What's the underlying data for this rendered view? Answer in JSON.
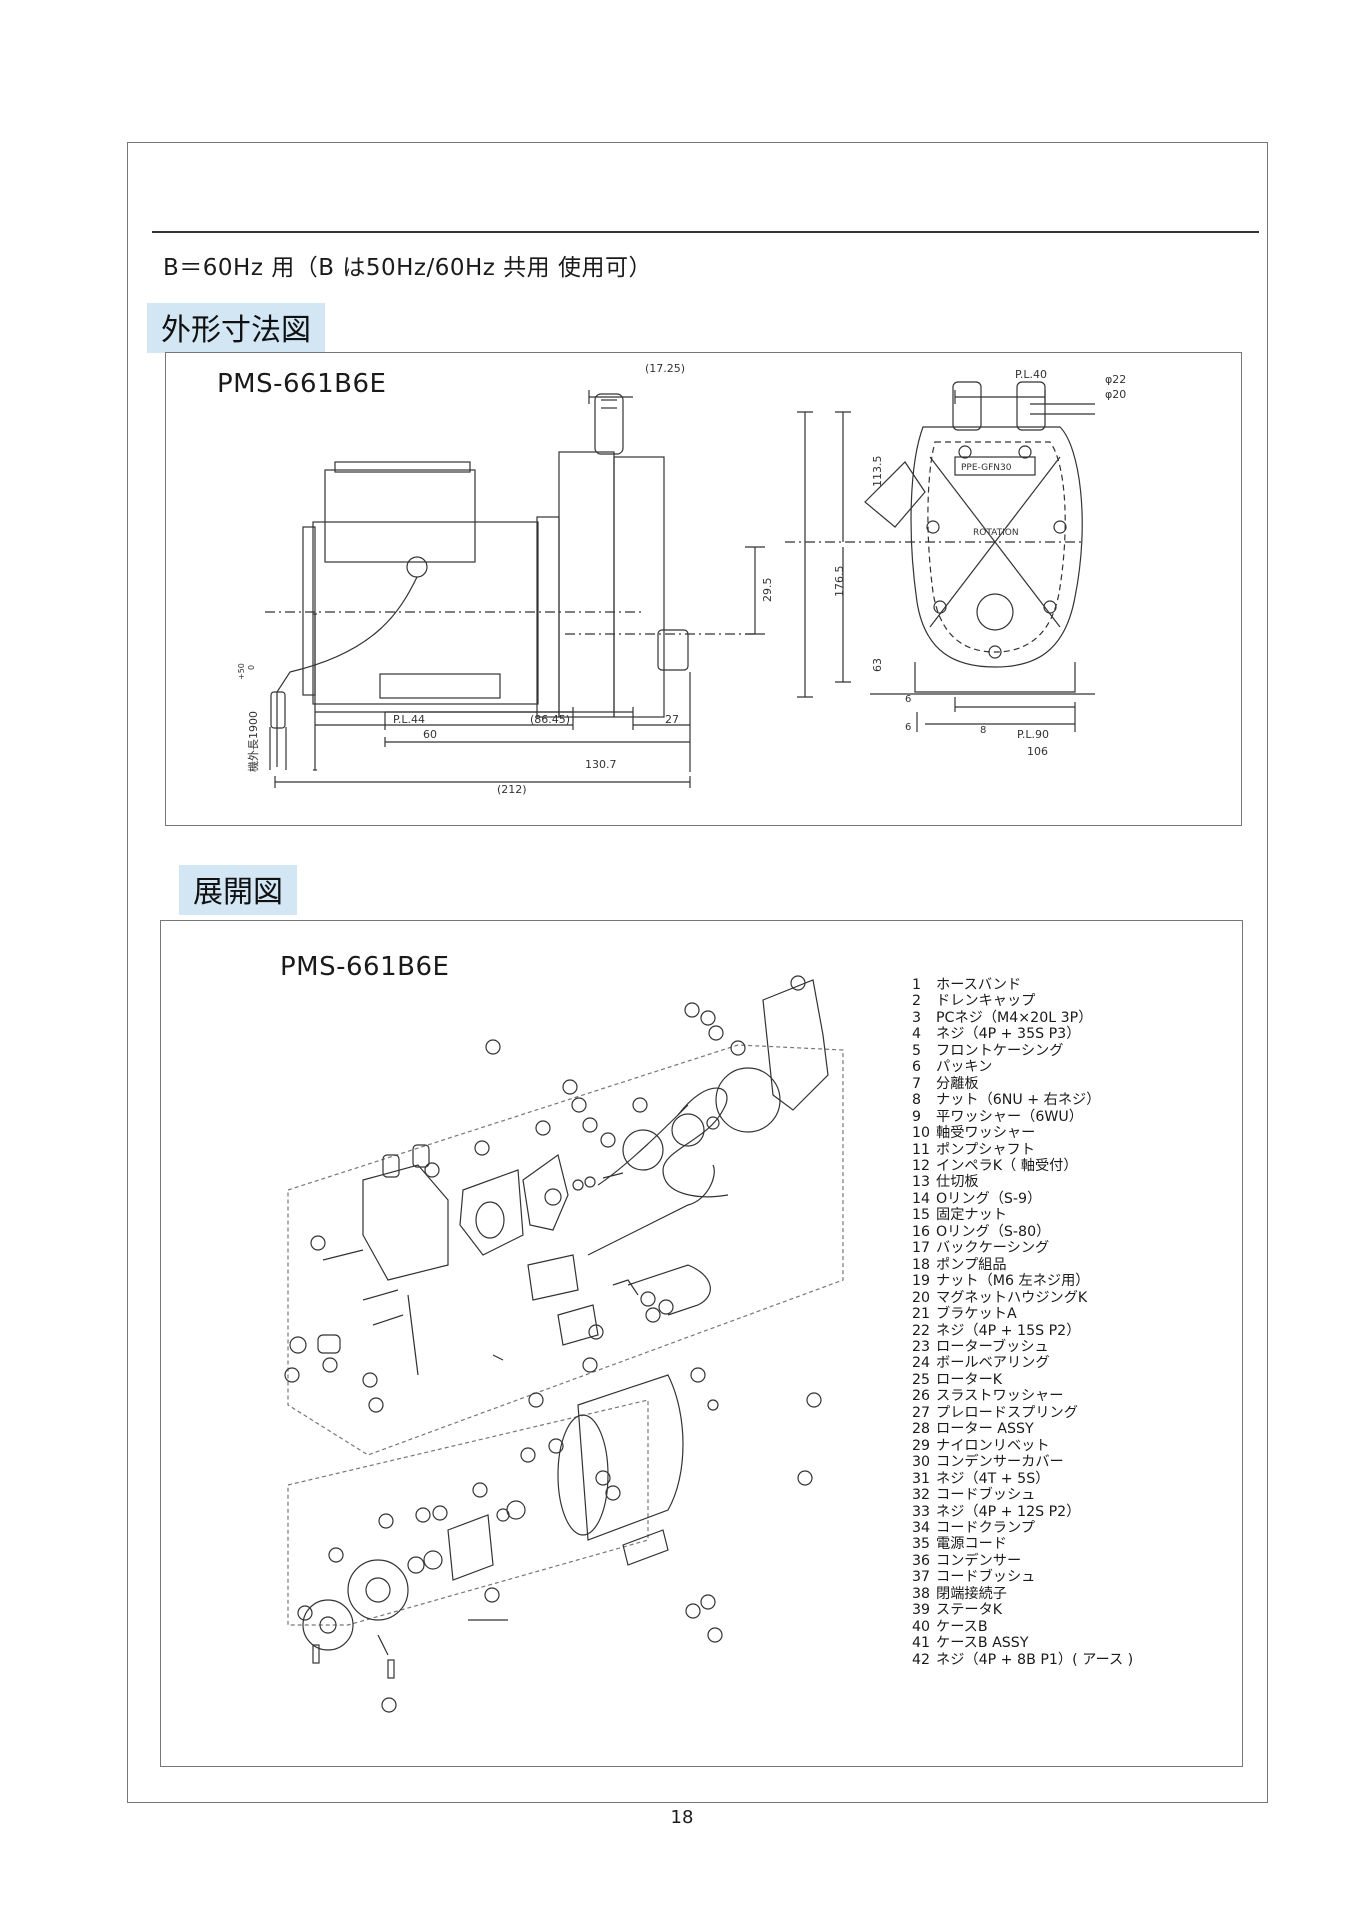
{
  "subtitle": "B＝60Hz 用（B は50Hz/60Hz 共用 使用可）",
  "section_outline": "外形寸法図",
  "section_exploded": "展開図",
  "model_name": "PMS-661B6E",
  "dimensions": {
    "d_17_25": "(17.25)",
    "d_pl44": "P.L.44",
    "d_60": "60",
    "d_86_45": "(86.45)",
    "d_27": "27",
    "d_130_7": "130.7",
    "d_212": "(212)",
    "d_29_5": "29.5",
    "d_176_5": "176.5",
    "d_113_5": "113.5",
    "d_63": "63",
    "d_6a": "6",
    "d_6b": "6",
    "d_8": "8",
    "d_pl40": "P.L.40",
    "d_phi22": "φ22",
    "d_phi20": "φ20",
    "d_pl90": "P.L.90",
    "d_106": "106",
    "cord_length": "機外長1900",
    "cord_tol_upper": "+50",
    "cord_tol_lower": "0",
    "nameplate": "PPE-GFN30",
    "rotation": "ROTATION"
  },
  "parts": [
    {
      "no": "1",
      "name": "ホースバンド"
    },
    {
      "no": "2",
      "name": "ドレンキャップ"
    },
    {
      "no": "3",
      "name": "PCネジ（M4×20L 3P）"
    },
    {
      "no": "4",
      "name": "ネジ（4P + 35S  P3）"
    },
    {
      "no": "5",
      "name": "フロントケーシング"
    },
    {
      "no": "6",
      "name": "パッキン"
    },
    {
      "no": "7",
      "name": "分離板"
    },
    {
      "no": "8",
      "name": "ナット（6NU + 右ネジ）"
    },
    {
      "no": "9",
      "name": "平ワッシャー（6WU）"
    },
    {
      "no": "10",
      "name": "軸受ワッシャー"
    },
    {
      "no": "11",
      "name": "ポンプシャフト"
    },
    {
      "no": "12",
      "name": "インペラK（ 軸受付）"
    },
    {
      "no": "13",
      "name": "仕切板"
    },
    {
      "no": "14",
      "name": "Oリング（S-9）"
    },
    {
      "no": "15",
      "name": "固定ナット"
    },
    {
      "no": "16",
      "name": "Oリング（S-80）"
    },
    {
      "no": "17",
      "name": "バックケーシング"
    },
    {
      "no": "18",
      "name": "ポンプ組品"
    },
    {
      "no": "19",
      "name": "ナット（M6 左ネジ用）"
    },
    {
      "no": "20",
      "name": "マグネットハウジングK"
    },
    {
      "no": "21",
      "name": "ブラケットA"
    },
    {
      "no": "22",
      "name": "ネジ（4P + 15S P2）"
    },
    {
      "no": "23",
      "name": "ローターブッシュ"
    },
    {
      "no": "24",
      "name": "ボールベアリング"
    },
    {
      "no": "25",
      "name": "ローターK"
    },
    {
      "no": "26",
      "name": "スラストワッシャー"
    },
    {
      "no": "27",
      "name": "プレロードスプリング"
    },
    {
      "no": "28",
      "name": "ローター ASSY"
    },
    {
      "no": "29",
      "name": "ナイロンリベット"
    },
    {
      "no": "30",
      "name": "コンデンサーカバー"
    },
    {
      "no": "31",
      "name": "ネジ（4T + 5S）"
    },
    {
      "no": "32",
      "name": "コードブッシュ"
    },
    {
      "no": "33",
      "name": "ネジ（4P + 12S P2）"
    },
    {
      "no": "34",
      "name": "コードクランプ"
    },
    {
      "no": "35",
      "name": "電源コード"
    },
    {
      "no": "36",
      "name": "コンデンサー"
    },
    {
      "no": "37",
      "name": "コードブッシュ"
    },
    {
      "no": "38",
      "name": "閉端接続子"
    },
    {
      "no": "39",
      "name": "ステータK"
    },
    {
      "no": "40",
      "name": "ケースB"
    },
    {
      "no": "41",
      "name": "ケースB ASSY"
    },
    {
      "no": "42",
      "name": "ネジ（4P + 8B P1）( アース )"
    }
  ],
  "page_number": "18"
}
